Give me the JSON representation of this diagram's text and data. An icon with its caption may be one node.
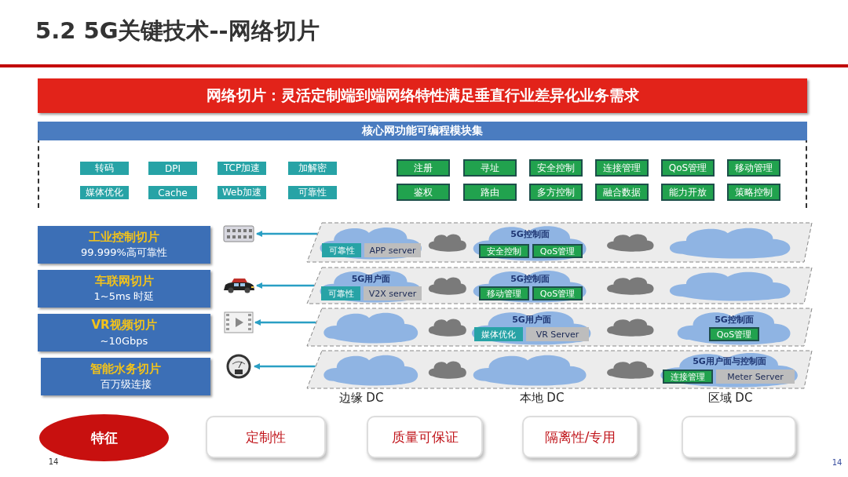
{
  "diagram": {
    "title": "5.2 5G关键技术--网络切片",
    "nodes": [
      {
        "text": [
          "网络切片：灵活定制端到端网络特性满足垂直行业差异化业务需求"
        ]
      },
      {
        "text": [
          "核心网功能可编程模块集"
        ]
      },
      {
        "text": [
          "转码"
        ],
        "in": 1
      },
      {
        "text": [
          "DPI"
        ],
        "in": 1
      },
      {
        "text": [
          "TCP加速"
        ],
        "in": 1
      },
      {
        "text": [
          "加解密"
        ],
        "in": 1
      },
      {
        "text": [
          "注册"
        ],
        "in": 1
      },
      {
        "text": [
          "寻址"
        ],
        "in": 1
      },
      {
        "text": [
          "安全控制"
        ],
        "in": 1
      },
      {
        "text": [
          "连接管理"
        ],
        "in": 1
      },
      {
        "text": [
          "QoS管理"
        ],
        "in": 1
      },
      {
        "text": [
          "移动管理"
        ],
        "in": 1
      },
      {
        "text": [
          "媒体优化"
        ],
        "in": 1
      },
      {
        "text": [
          "Cache"
        ],
        "in": 1
      },
      {
        "text": [
          "Web加速"
        ],
        "in": 1
      },
      {
        "text": [
          "可靠性"
        ],
        "in": 1
      },
      {
        "text": [
          "鉴权"
        ],
        "in": 1
      },
      {
        "text": [
          "路由"
        ],
        "in": 1
      },
      {
        "text": [
          "多方控制"
        ],
        "in": 1
      },
      {
        "text": [
          "融合数据"
        ],
        "in": 1
      },
      {
        "text": [
          "能力开放"
        ],
        "in": 1
      },
      {
        "text": [
          "策略控制"
        ],
        "in": 1
      },
      {
        "text": [
          "工业控制切片",
          "99.999%高可靠性"
        ]
      },
      {
        "text": [
          "车联网切片",
          "1~5ms 时延"
        ]
      },
      {
        "text": [
          "VR视频切片",
          "~10Gbps"
        ]
      },
      {
        "text": [
          "智能水务切片",
          "百万级连接"
        ]
      },
      {
        "text": [],
        "shape": "picture"
      },
      {
        "text": [],
        "shape": "picture"
      },
      {
        "text": [],
        "shape": "picture"
      },
      {
        "text": [],
        "shape": "picture"
      },
      {
        "text": [],
        "shape": "band"
      },
      {
        "text": [],
        "shape": "cloud",
        "in": 30
      },
      {
        "text": [
          "可靠性"
        ],
        "in": 31
      },
      {
        "text": [
          "APP server"
        ],
        "in": 31
      },
      {
        "text": [
          "5G控制面"
        ],
        "in": 30
      },
      {
        "text": [
          "安全控制"
        ],
        "in": 34
      },
      {
        "text": [
          "QoS管理"
        ],
        "in": 34
      },
      {
        "text": [],
        "shape": "cloud",
        "in": 30
      },
      {
        "text": [],
        "shape": "band"
      },
      {
        "text": [
          "5G用户面"
        ],
        "in": 38
      },
      {
        "text": [
          "可靠性"
        ],
        "in": 39
      },
      {
        "text": [
          "V2X server"
        ],
        "in": 39
      },
      {
        "text": [
          "5G控制面"
        ],
        "in": 38
      },
      {
        "text": [
          "移动管理"
        ],
        "in": 42
      },
      {
        "text": [
          "QoS管理"
        ],
        "in": 42
      },
      {
        "text": [],
        "shape": "cloud",
        "in": 38
      },
      {
        "text": [],
        "shape": "band"
      },
      {
        "text": [],
        "shape": "cloud",
        "in": 46
      },
      {
        "text": [
          "5G用户面"
        ],
        "in": 46
      },
      {
        "text": [
          "媒体优化"
        ],
        "in": 48
      },
      {
        "text": [
          "VR Server"
        ],
        "in": 48
      },
      {
        "text": [
          "5G控制面"
        ],
        "in": 46
      },
      {
        "text": [
          "QoS管理"
        ],
        "in": 51
      },
      {
        "text": [],
        "shape": "band"
      },
      {
        "text": [],
        "shape": "cloud",
        "in": 53
      },
      {
        "text": [],
        "shape": "cloud",
        "in": 53
      },
      {
        "text": [
          "5G用户面与控制面"
        ],
        "in": 53
      },
      {
        "text": [
          "连接管理"
        ],
        "in": 56
      },
      {
        "text": [
          "Meter Server"
        ],
        "in": 56
      },
      {
        "text": [
          "特征"
        ]
      },
      {
        "text": [
          "定制性"
        ]
      },
      {
        "text": [
          "质量可保证"
        ]
      },
      {
        "text": [
          "隔离性/专用"
        ]
      },
      {
        "text": [],
        "shape": "box"
      }
    ],
    "edges": [
      {
        "from": 30,
        "to": 26,
        "arrow": "to"
      },
      {
        "from": 38,
        "to": 27,
        "arrow": "to"
      },
      {
        "from": 46,
        "to": 28,
        "arrow": "to"
      },
      {
        "from": 53,
        "to": 29,
        "arrow": "to"
      }
    ],
    "labels": [
      "边缘 DC",
      "本地 DC",
      "区域 DC",
      "14",
      "14"
    ]
  }
}
